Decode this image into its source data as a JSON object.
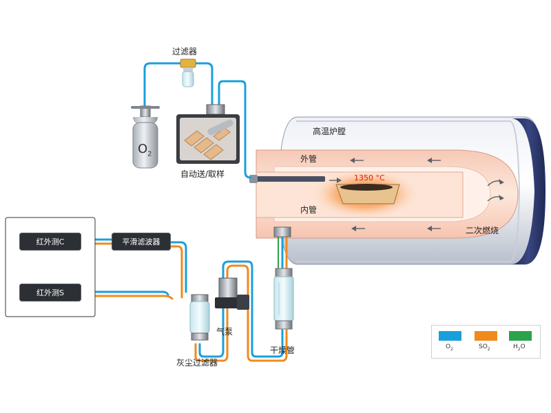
{
  "labels": {
    "filter": "过滤器",
    "autosampler": "自动送/取样",
    "furnace": "高温炉膛",
    "outer_tube": "外管",
    "inner_tube": "内管",
    "temperature": "1350 °C",
    "secondary_combustion": "二次燃烧",
    "ir_c": "红外测C",
    "ir_s": "红外测S",
    "smoothing_filter": "平滑滤波器",
    "pump": "气泵",
    "dust_filter": "灰尘过滤器",
    "drying_tube": "干燥管",
    "o2_tank": "O",
    "o2_tank_sub": "2"
  },
  "legend": [
    {
      "name": "O",
      "sub": "2",
      "color": "#1a9fdc"
    },
    {
      "name": "SO",
      "sub": "2",
      "color": "#f08a1c"
    },
    {
      "name": "H",
      "sub": "2",
      "tail": "O",
      "color": "#2aa34a"
    }
  ],
  "colors": {
    "o2": "#1a9fdc",
    "so2": "#f08a1c",
    "h2o": "#2aa34a",
    "temp": "#d21f1f",
    "dark": "#2c3035"
  }
}
